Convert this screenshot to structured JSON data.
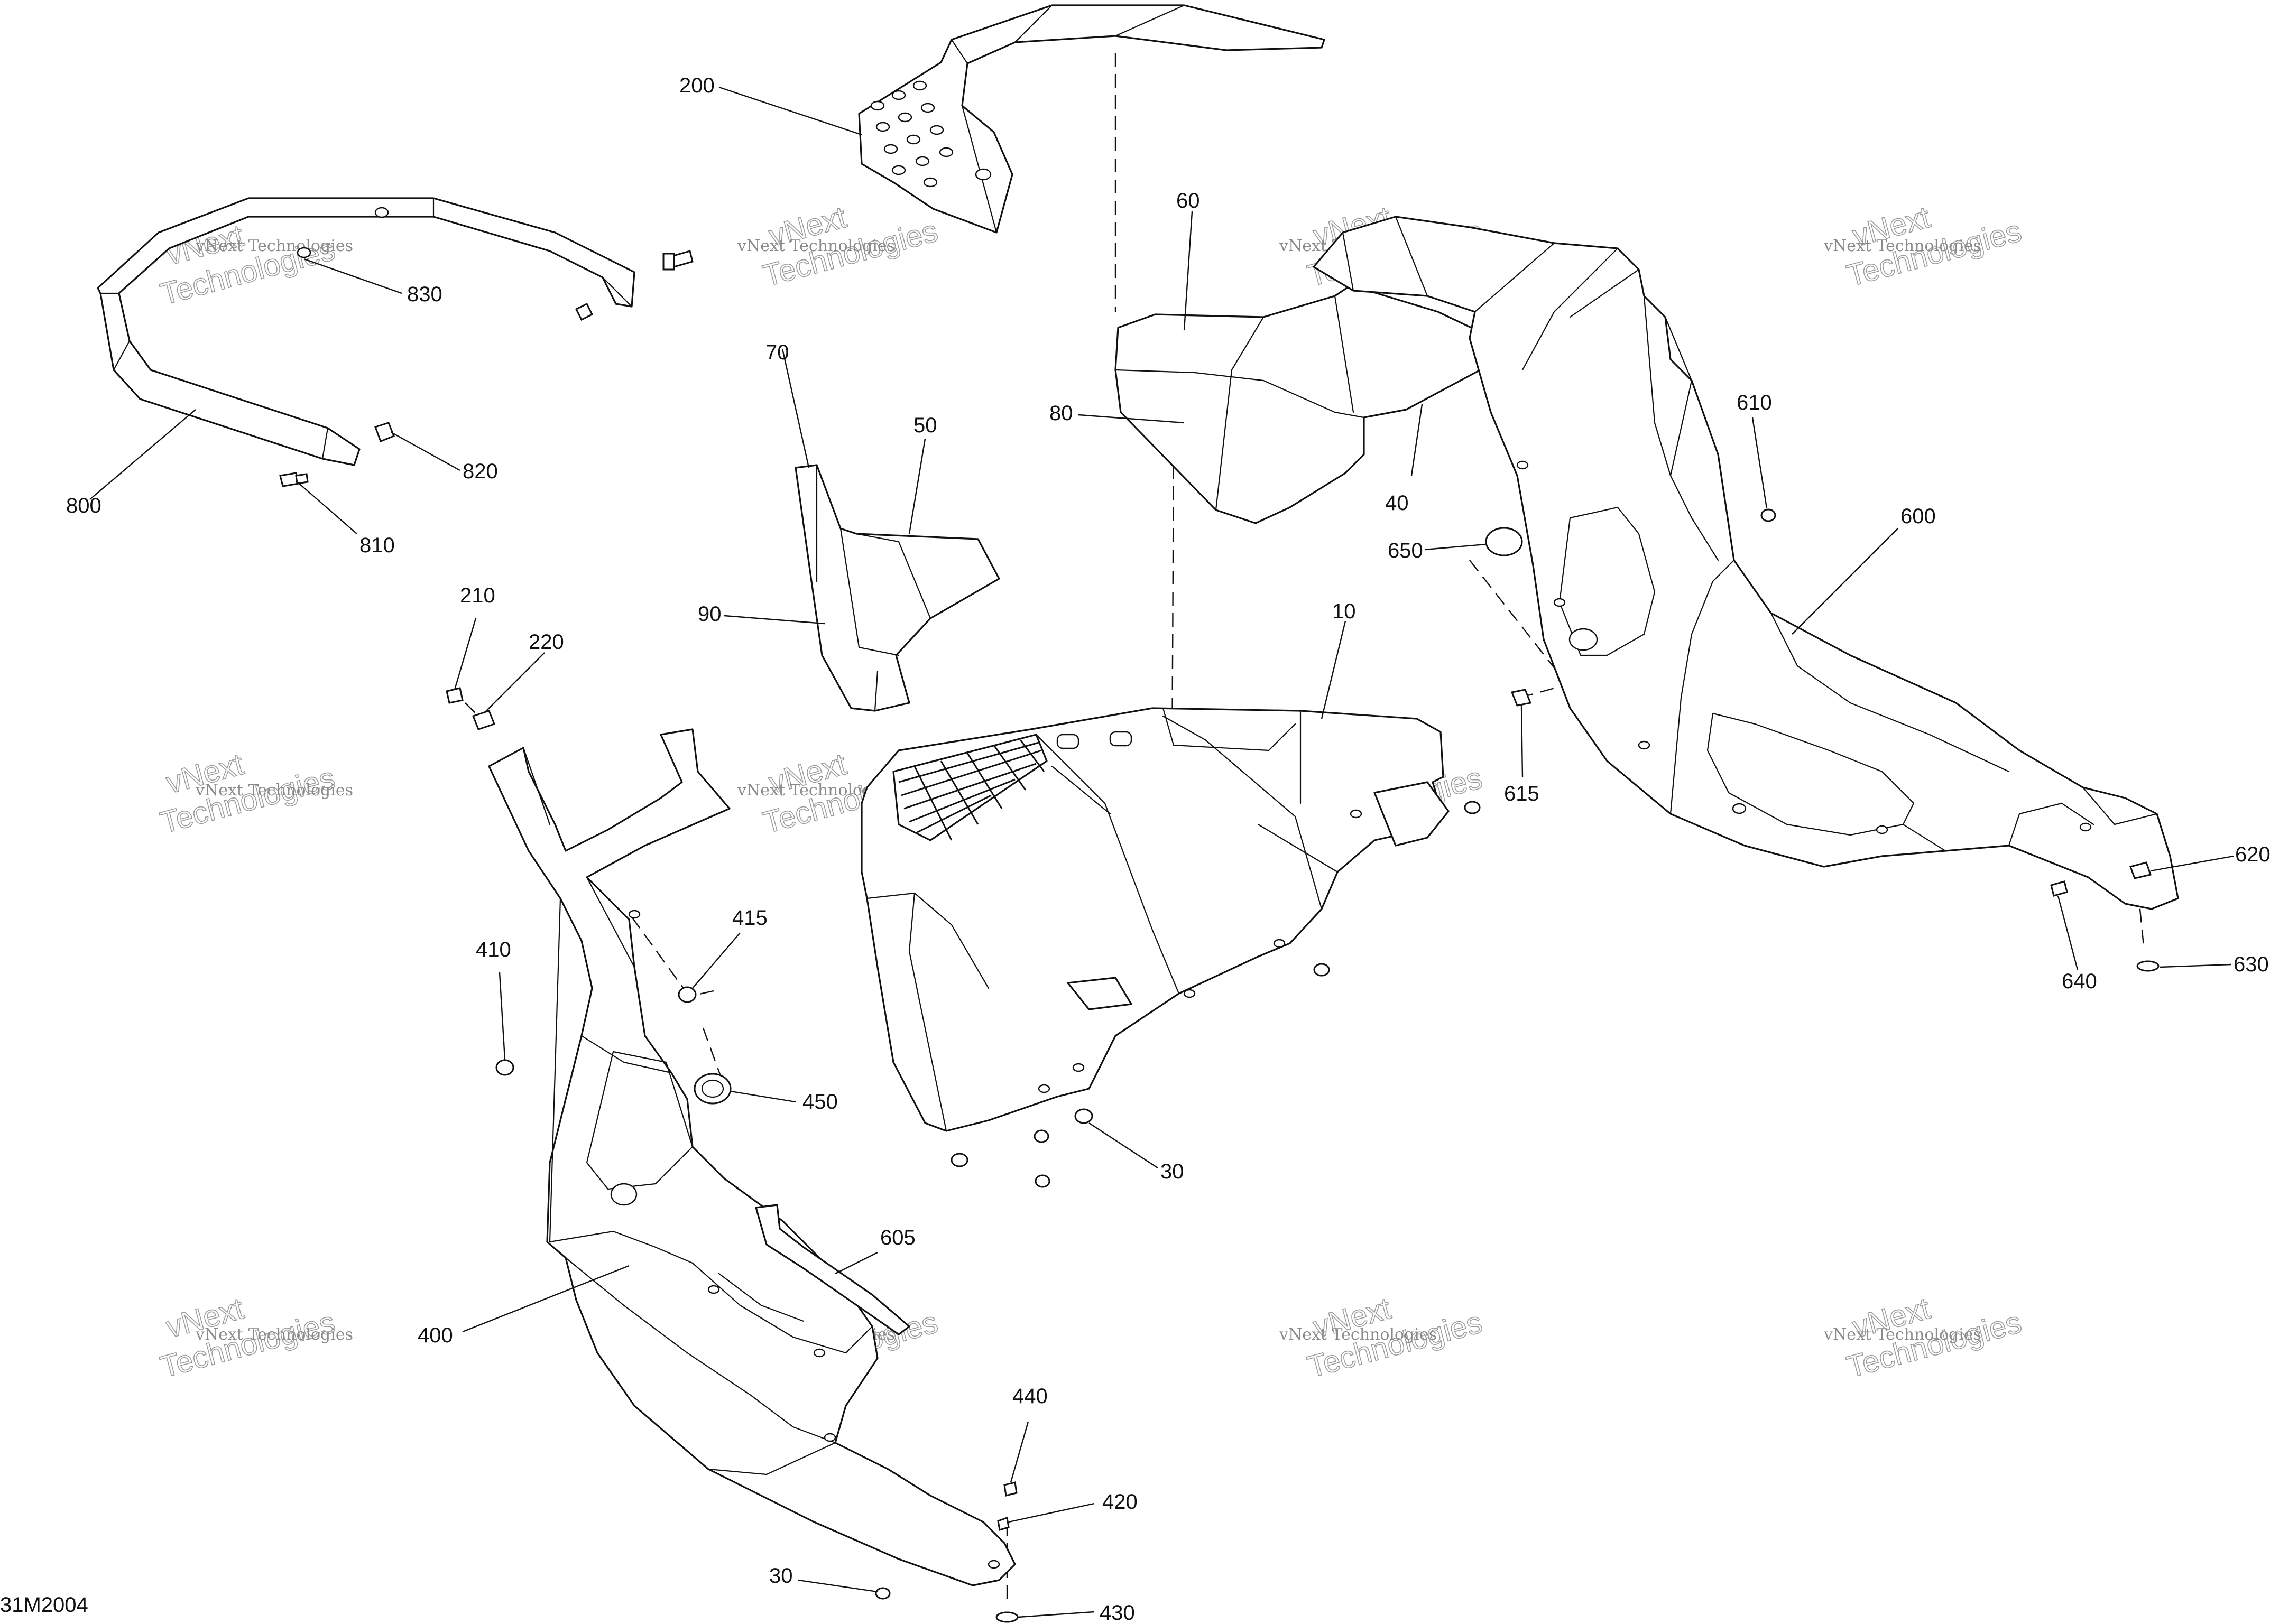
{
  "diagram": {
    "drawing_number": "31M2004",
    "watermark": {
      "line1": "vNext Technologies",
      "line2": "vNext",
      "line3": "Technologies"
    },
    "callouts": [
      "10",
      "30",
      "40",
      "50",
      "60",
      "70",
      "80",
      "90",
      "200",
      "210",
      "220",
      "400",
      "410",
      "415",
      "420",
      "430",
      "440",
      "450",
      "600",
      "605",
      "610",
      "615",
      "620",
      "630",
      "640",
      "650",
      "800",
      "810",
      "820",
      "830"
    ],
    "callout_30_second": "30",
    "line_color": "#111111",
    "watermark_color": "#9a9a9a"
  }
}
